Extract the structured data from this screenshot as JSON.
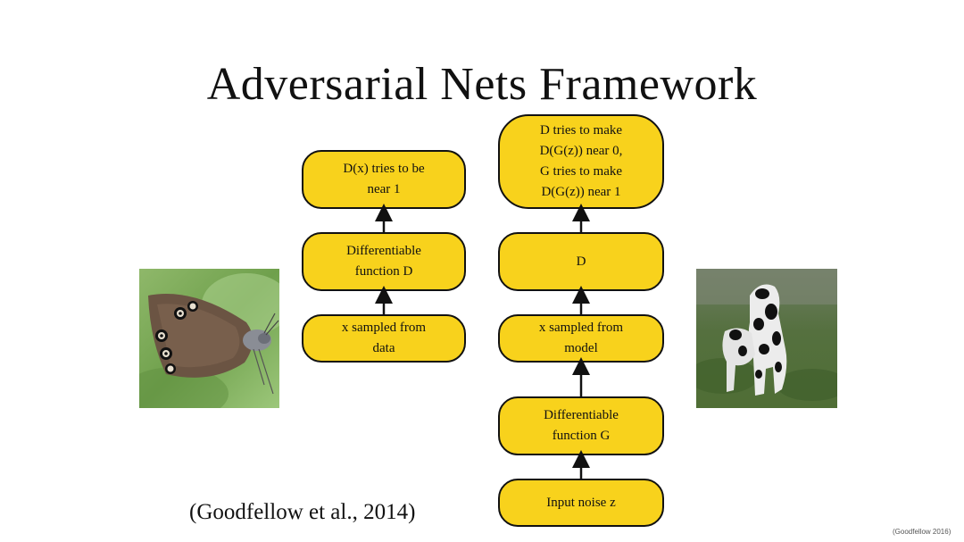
{
  "slide": {
    "title": "Adversarial Nets Framework",
    "citation": "(Goodfellow et al., 2014)",
    "credit": "(Goodfellow 2016)"
  },
  "left_column": {
    "nodes": [
      {
        "id": "dx",
        "text": "D(x) tries to be\nnear 1"
      },
      {
        "id": "diff_d",
        "text": "Differentiable\nfunction D"
      },
      {
        "id": "x_data",
        "text": "x sampled from\ndata"
      }
    ]
  },
  "right_column": {
    "nodes": [
      {
        "id": "goal",
        "text": "D tries to make\nD(G(z)) near 0,\nG tries to make\nD(G(z)) near 1"
      },
      {
        "id": "d",
        "text": "D"
      },
      {
        "id": "x_model",
        "text": "x sampled from\nmodel"
      },
      {
        "id": "diff_g",
        "text": "Differentiable\nfunction G"
      },
      {
        "id": "noise",
        "text": "Input noise z"
      }
    ]
  },
  "images": {
    "left": "butterfly-photo",
    "right": "generated-dog-photo"
  },
  "colors": {
    "node_fill": "#F8D21C",
    "node_border": "#111111",
    "arrow": "#111111"
  }
}
